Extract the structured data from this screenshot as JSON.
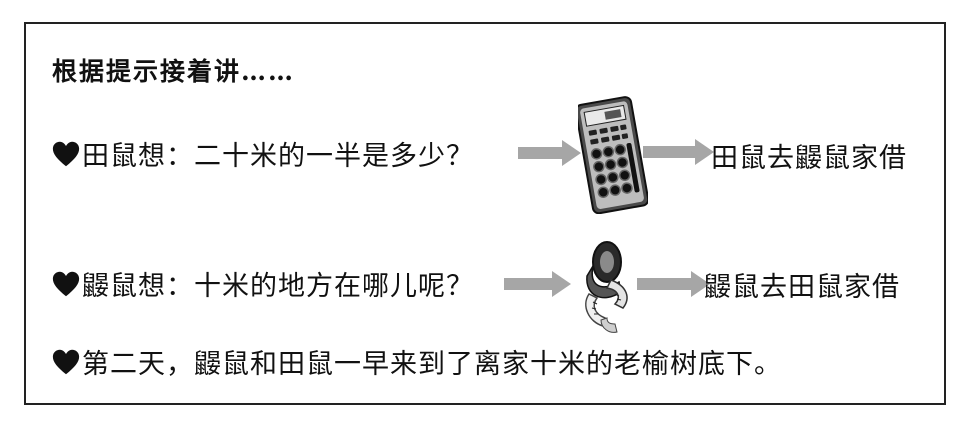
{
  "title": "根据提示接着讲……",
  "lines": [
    {
      "text": "田鼠想：二十米的一半是多少？",
      "result": "田鼠去鼹鼠家借",
      "picture": "calculator-icon"
    },
    {
      "text": "鼹鼠想：十米的地方在哪儿呢？",
      "result": "鼹鼠去田鼠家借",
      "picture": "tape-measure-icon"
    },
    {
      "text": "第二天，鼹鼠和田鼠一早来到了离家十米的老榆树底下。"
    }
  ],
  "icons": {
    "bullet": "heart-icon",
    "arrow": "arrow-right-icon"
  },
  "colors": {
    "heart": "#111111",
    "arrow": "#a6a6a6",
    "border": "#222222"
  }
}
